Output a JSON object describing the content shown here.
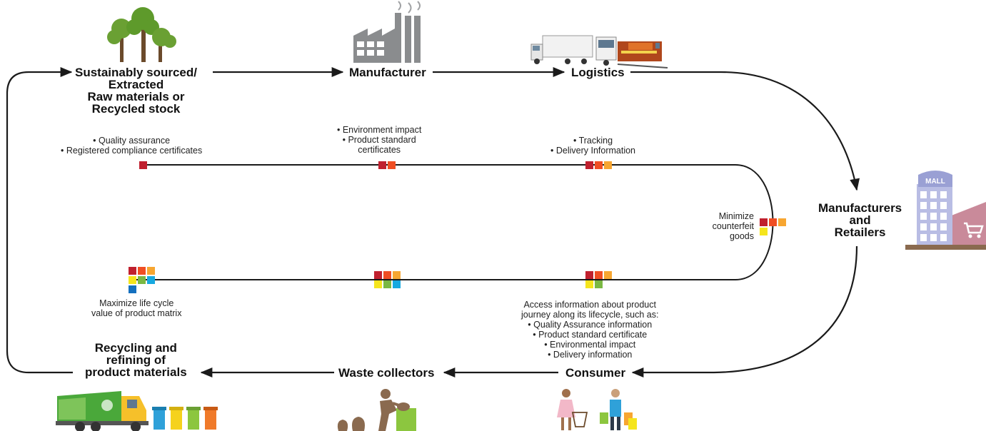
{
  "stages": {
    "raw": [
      "Sustainably sourced/",
      "Extracted",
      "Raw materials or",
      "Recycled stock"
    ],
    "manufacturer": [
      "Manufacturer"
    ],
    "logistics": [
      "Logistics"
    ],
    "retailers": [
      "Manufacturers",
      "and",
      "Retailers"
    ],
    "consumer": [
      "Consumer"
    ],
    "waste": [
      "Waste collectors"
    ],
    "recycling": [
      "Recycling and",
      "refining of",
      "product materials"
    ]
  },
  "notes": {
    "quality": [
      "• Quality assurance",
      "• Registered compliance certificates"
    ],
    "environment": [
      "• Environment impact",
      "• Product standard",
      "certificates"
    ],
    "tracking": [
      "• Tracking",
      "• Delivery Information"
    ],
    "counterfeit": [
      "Minimize",
      "counterfeit",
      "goods"
    ],
    "lifecycle": [
      "Maximize life cycle",
      "value of product matrix"
    ],
    "access": [
      "Access information about product",
      "journey along its lifecycle, such as:",
      "• Quality Assurance information",
      "• Product standard certificate",
      "• Environmental impact",
      "• Delivery information"
    ]
  },
  "icons": {
    "trees": "tree-icon",
    "factory": "factory-icon",
    "transport": "truck-train-icon",
    "mall": "mall-icon",
    "mall_sign": "MALL",
    "shoppers": "shoppers-icon",
    "waste_worker": "waste-collector-icon",
    "garbage_truck": "garbage-truck-icon",
    "bins": "recycle-bins-icon"
  },
  "colors": {
    "red": "#c0202e",
    "orange_red": "#f04e23",
    "orange": "#f7a631",
    "yellow": "#f5e51d",
    "green": "#7ab843",
    "blue": "#16a9e0",
    "dark_blue": "#1470bf",
    "arrow": "#1a1a1a"
  },
  "marker_sets": {
    "m1": [
      "red"
    ],
    "m2": [
      "red",
      "orange_red"
    ],
    "m3": [
      "red",
      "orange_red",
      "orange"
    ],
    "m4": [
      "red",
      "orange_red",
      "orange",
      "yellow"
    ],
    "m5": [
      "red",
      "orange_red",
      "orange",
      "yellow",
      "green"
    ],
    "m6": [
      "red",
      "orange_red",
      "orange",
      "yellow",
      "green",
      "blue"
    ],
    "m7": [
      "red",
      "orange_red",
      "orange",
      "yellow",
      "green",
      "blue",
      "dark_blue"
    ]
  }
}
